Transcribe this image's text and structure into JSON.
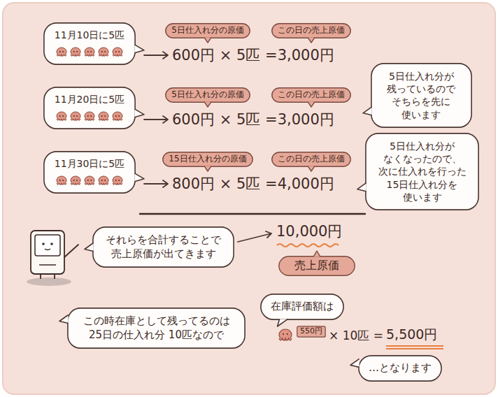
{
  "diagram": {
    "nodes": [
      {
        "text": [
          "11月10日に5匹"
        ]
      },
      {
        "text": [
          "5日仕入れ分の原価"
        ]
      },
      {
        "text": [
          "この日の売上原価"
        ]
      },
      {
        "text": [
          "11月20日に5匹"
        ]
      },
      {
        "text": [
          "5日仕入れ分の原価"
        ]
      },
      {
        "text": [
          "この日の売上原価"
        ]
      },
      {
        "text": [
          "5日仕入れ分が 残っているので そちらを先に 使います"
        ]
      },
      {
        "text": [
          "11月30日に5匹"
        ]
      },
      {
        "text": [
          "15日仕入れ分の原価"
        ]
      },
      {
        "text": [
          "この日の売上原価"
        ]
      },
      {
        "text": [
          "5日仕入れ分が なくなったので、 次に仕入れを行った 15日仕入れ分を 使います"
        ]
      },
      {
        "text": [
          "それらを合計することで 売上原価が出てきます"
        ]
      },
      {
        "text": [
          "売上原価"
        ]
      },
      {
        "text": [
          "この時在庫として残ってるのは 25日の仕入れ分 10匹なので"
        ]
      },
      {
        "text": [
          "在庫評価額は"
        ]
      },
      {
        "text": [
          "550円"
        ]
      },
      {
        "text": [
          "…となります"
        ]
      }
    ],
    "labels": [
      "600円 × 5匹 =3,000円",
      "600円 × 5匹 =3,000円",
      "800円 × 5匹 =4,000円",
      "10,000円",
      "× 10匹 =",
      "5,500円"
    ]
  }
}
